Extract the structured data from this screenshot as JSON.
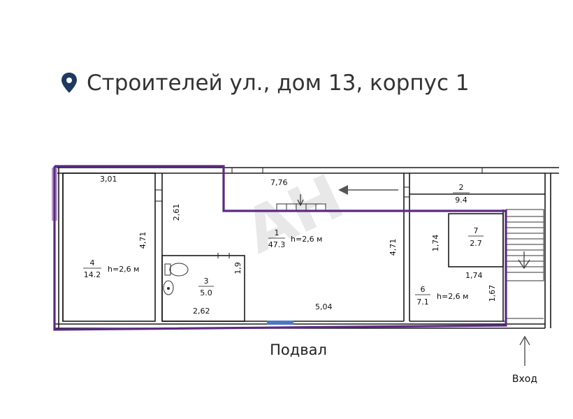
{
  "address": {
    "icon": "location-pin-icon",
    "text": "Строителей ул., дом 13, корпус 1"
  },
  "floor_name": "Подвал",
  "entrance_label": "Вход",
  "watermark": "АН",
  "colors": {
    "outline": "#5b2a86",
    "pin": "#1f3a5f",
    "window": "#4a78c2"
  },
  "rooms": [
    {
      "number": "1",
      "area": "47.3",
      "height": "h=2,6 м"
    },
    {
      "number": "2",
      "area": "9.4"
    },
    {
      "number": "3",
      "area": "5.0"
    },
    {
      "number": "4",
      "area": "14.2",
      "height": "h=2,6 м"
    },
    {
      "number": "6",
      "area": "7.1",
      "height": "h=2,6 м"
    },
    {
      "number": "7",
      "area": "2.7"
    }
  ],
  "dimensions": {
    "d301": "3,01",
    "d776": "7,76",
    "d261": "2,61",
    "d471_left": "4,71",
    "d471_right": "4,71",
    "d19": "1,9",
    "d262": "2,62",
    "d504": "5,04",
    "d174_v": "1,74",
    "d174_h": "1,74",
    "d167": "1,67"
  }
}
